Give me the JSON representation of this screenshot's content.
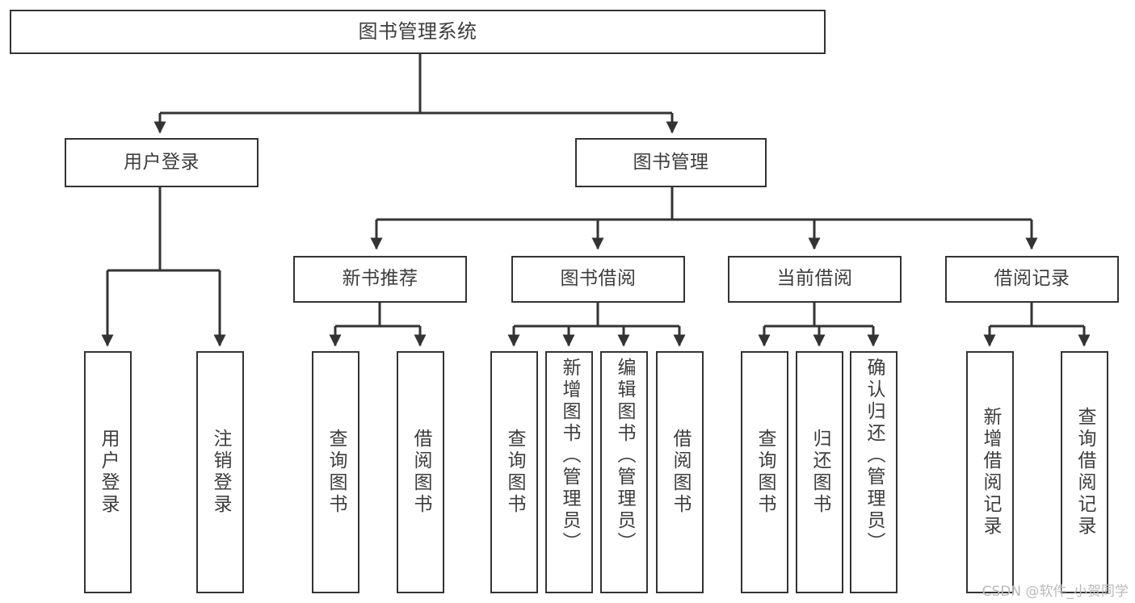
{
  "diagram": {
    "title": "图书管理系统",
    "type": "tree",
    "orientation": "top-down",
    "colors": {
      "stroke": "#333333",
      "text": "#3d3d3d",
      "background": "#ffffff",
      "watermark": "#b9b9b9"
    },
    "root": {
      "label": "图书管理系统"
    },
    "level2": [
      {
        "label": "用户登录"
      },
      {
        "label": "图书管理"
      }
    ],
    "level3": [
      {
        "label": "新书推荐"
      },
      {
        "label": "图书借阅"
      },
      {
        "label": "当前借阅"
      },
      {
        "label": "借阅记录"
      }
    ],
    "leaves": {
      "user_login": [
        {
          "label": "用户登录"
        },
        {
          "label": "注销登录"
        }
      ],
      "new_book_recommend": [
        {
          "label": "查询图书"
        },
        {
          "label": "借阅图书"
        }
      ],
      "book_borrow": [
        {
          "label": "查询图书"
        },
        {
          "label": "新增图书（管理员）"
        },
        {
          "label": "编辑图书（管理员）"
        },
        {
          "label": "借阅图书"
        }
      ],
      "current_borrow": [
        {
          "label": "查询图书"
        },
        {
          "label": "归还图书"
        },
        {
          "label": "确认归还（管理员）"
        }
      ],
      "borrow_record": [
        {
          "label": "新增借阅记录"
        },
        {
          "label": "查询借阅记录"
        }
      ]
    }
  },
  "watermark": {
    "text": "CSDN @软件_小贺同学"
  }
}
